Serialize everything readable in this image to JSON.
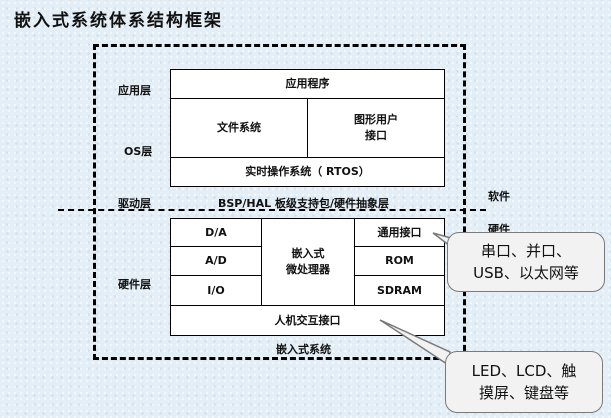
{
  "title": "嵌入式系统体系结构框架",
  "layers": {
    "app": "应用层",
    "os": "OS层",
    "driver": "驱动层",
    "hardware": "硬件层"
  },
  "boxes": {
    "application": "应用程序",
    "filesystem": "文件系统",
    "gui_line1": "图形用户",
    "gui_line2": "接口",
    "rtos": "实时操作系统（ RTOS）",
    "bsp": "BSP/HAL 板级支持包/硬件抽象层",
    "da": "D/A",
    "ad": "A/D",
    "io": "I/O",
    "cpu_line1": "嵌入式",
    "cpu_line2": "微处理器",
    "generic_if": "通用接口",
    "rom": "ROM",
    "sdram": "SDRAM",
    "hmi": "人机交互接口",
    "embedded_system": "嵌入式系统"
  },
  "side": {
    "software": "软件",
    "hardware": "硬件"
  },
  "callouts": {
    "ports_line1": "串口、并口、",
    "ports_line2": "USB、以太网等",
    "hmi_line1": "LED、LCD、触",
    "hmi_line2": "摸屏、键盘等"
  }
}
